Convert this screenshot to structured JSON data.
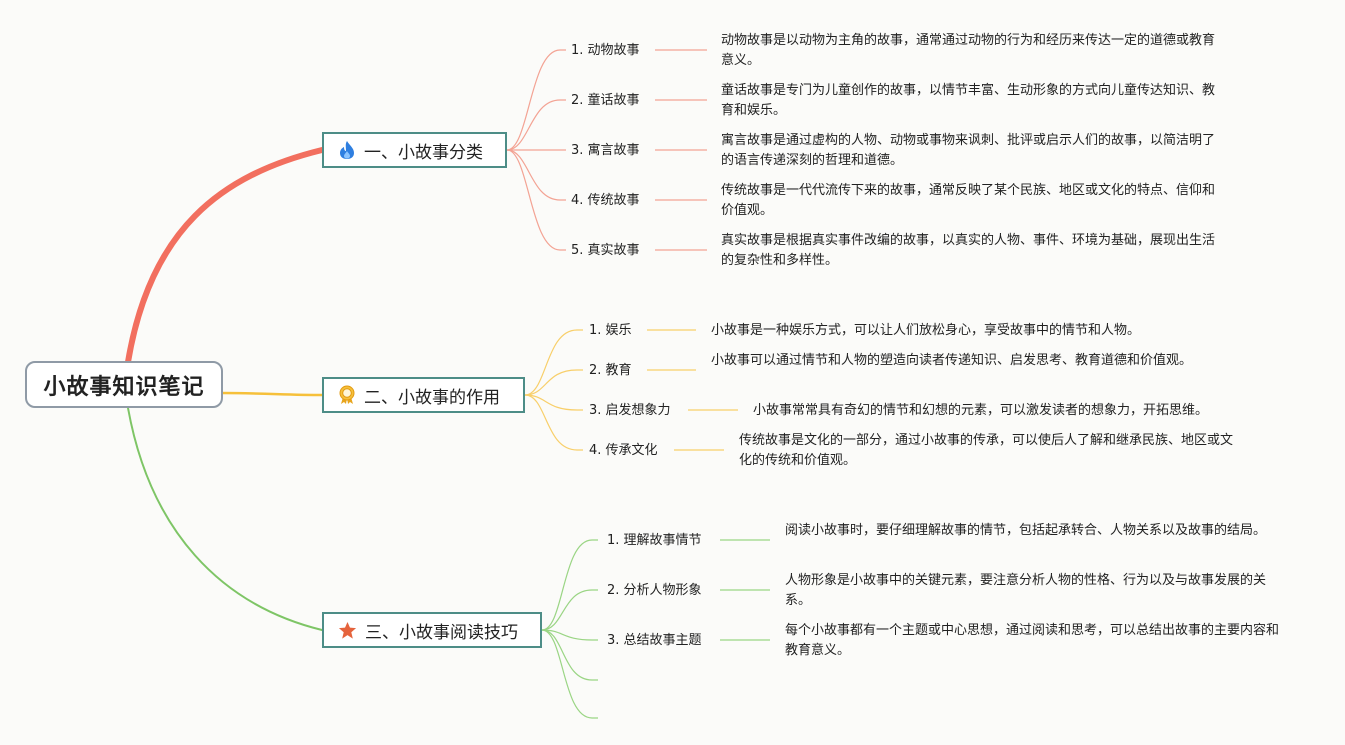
{
  "root": {
    "title": "小故事知识笔记"
  },
  "branches": [
    {
      "title": "一、小故事分类",
      "icon": "fire-icon",
      "color": "#f26f5f",
      "items": [
        {
          "label": "1. 动物故事",
          "desc": "动物故事是以动物为主角的故事，通常通过动物的行为和经历来传达一定的道德或教育意义。"
        },
        {
          "label": "2. 童话故事",
          "desc": "童话故事是专门为儿童创作的故事，以情节丰富、生动形象的方式向儿童传达知识、教育和娱乐。"
        },
        {
          "label": "3. 寓言故事",
          "desc": "寓言故事是通过虚构的人物、动物或事物来讽刺、批评或启示人们的故事，以简洁明了的语言传递深刻的哲理和道德。"
        },
        {
          "label": "4. 传统故事",
          "desc": "传统故事是一代代流传下来的故事，通常反映了某个民族、地区或文化的特点、信仰和价值观。"
        },
        {
          "label": "5. 真实故事",
          "desc": "真实故事是根据真实事件改编的故事，以真实的人物、事件、环境为基础，展现出生活的复杂性和多样性。"
        }
      ]
    },
    {
      "title": "二、小故事的作用",
      "icon": "medal-icon",
      "color": "#f6c03a",
      "items": [
        {
          "label": "1. 娱乐",
          "desc": "小故事是一种娱乐方式，可以让人们放松身心，享受故事中的情节和人物。"
        },
        {
          "label": "2. 教育",
          "desc": "小故事可以通过情节和人物的塑造向读者传递知识、启发思考、教育道德和价值观。"
        },
        {
          "label": "3. 启发想象力",
          "desc": "小故事常常具有奇幻的情节和幻想的元素，可以激发读者的想象力，开拓思维。"
        },
        {
          "label": "4. 传承文化",
          "desc": "传统故事是文化的一部分，通过小故事的传承，可以使后人了解和继承民族、地区或文化的传统和价值观。"
        }
      ]
    },
    {
      "title": "三、小故事阅读技巧",
      "icon": "star-icon",
      "color": "#7ec566",
      "items": [
        {
          "label": "1. 理解故事情节",
          "desc": "阅读小故事时，要仔细理解故事的情节，包括起承转合、人物关系以及故事的结局。"
        },
        {
          "label": "2. 分析人物形象",
          "desc": "人物形象是小故事中的关键元素，要注意分析人物的性格、行为以及与故事发展的关系。"
        },
        {
          "label": "3. 总结故事主题",
          "desc": "每个小故事都有一个主题或中心思想，通过阅读和思考，可以总结出故事的主要内容和教育意义。"
        },
        {
          "label": "",
          "desc": ""
        },
        {
          "label": "",
          "desc": ""
        }
      ]
    }
  ]
}
